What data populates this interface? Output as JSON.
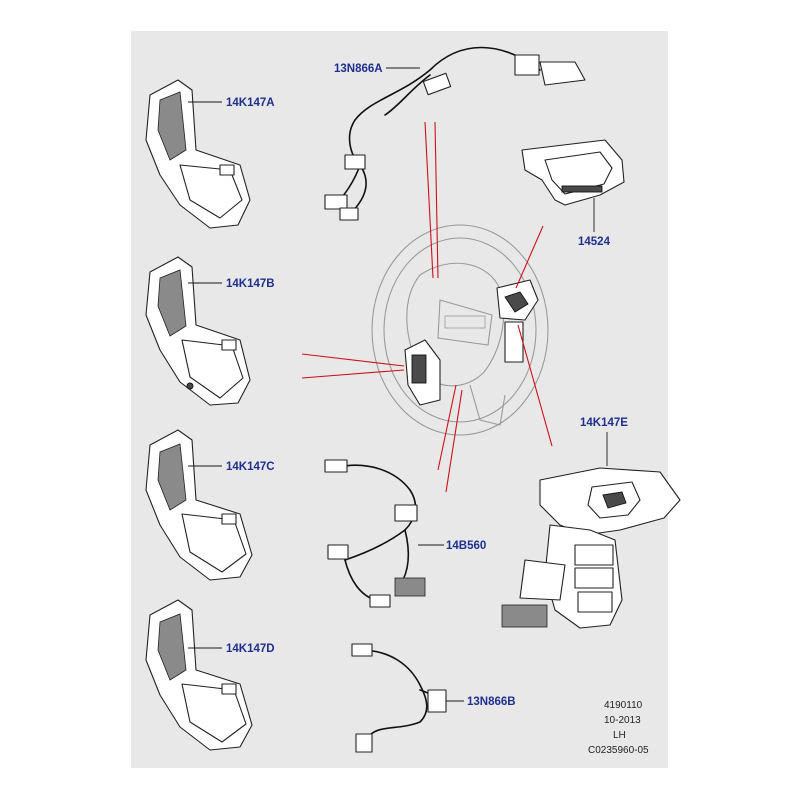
{
  "labels": {
    "harness_top": "13N866A",
    "switch_a": "14K147A",
    "switch_b": "14K147B",
    "switch_c": "14K147C",
    "switch_d": "14K147D",
    "bezel": "14524",
    "switch_e": "14K147E",
    "harness_mid": "14B560",
    "harness_bottom": "13N866B"
  },
  "reference": {
    "code": "4190110",
    "date": "10-2013",
    "side": "LH",
    "drawing": "C0235960-05"
  },
  "colors": {
    "background": "#ffffff",
    "panel": "#e8e8e8",
    "label_blue": "#1f2f8f",
    "leader_red": "#d0101a",
    "ink": "#222222"
  }
}
